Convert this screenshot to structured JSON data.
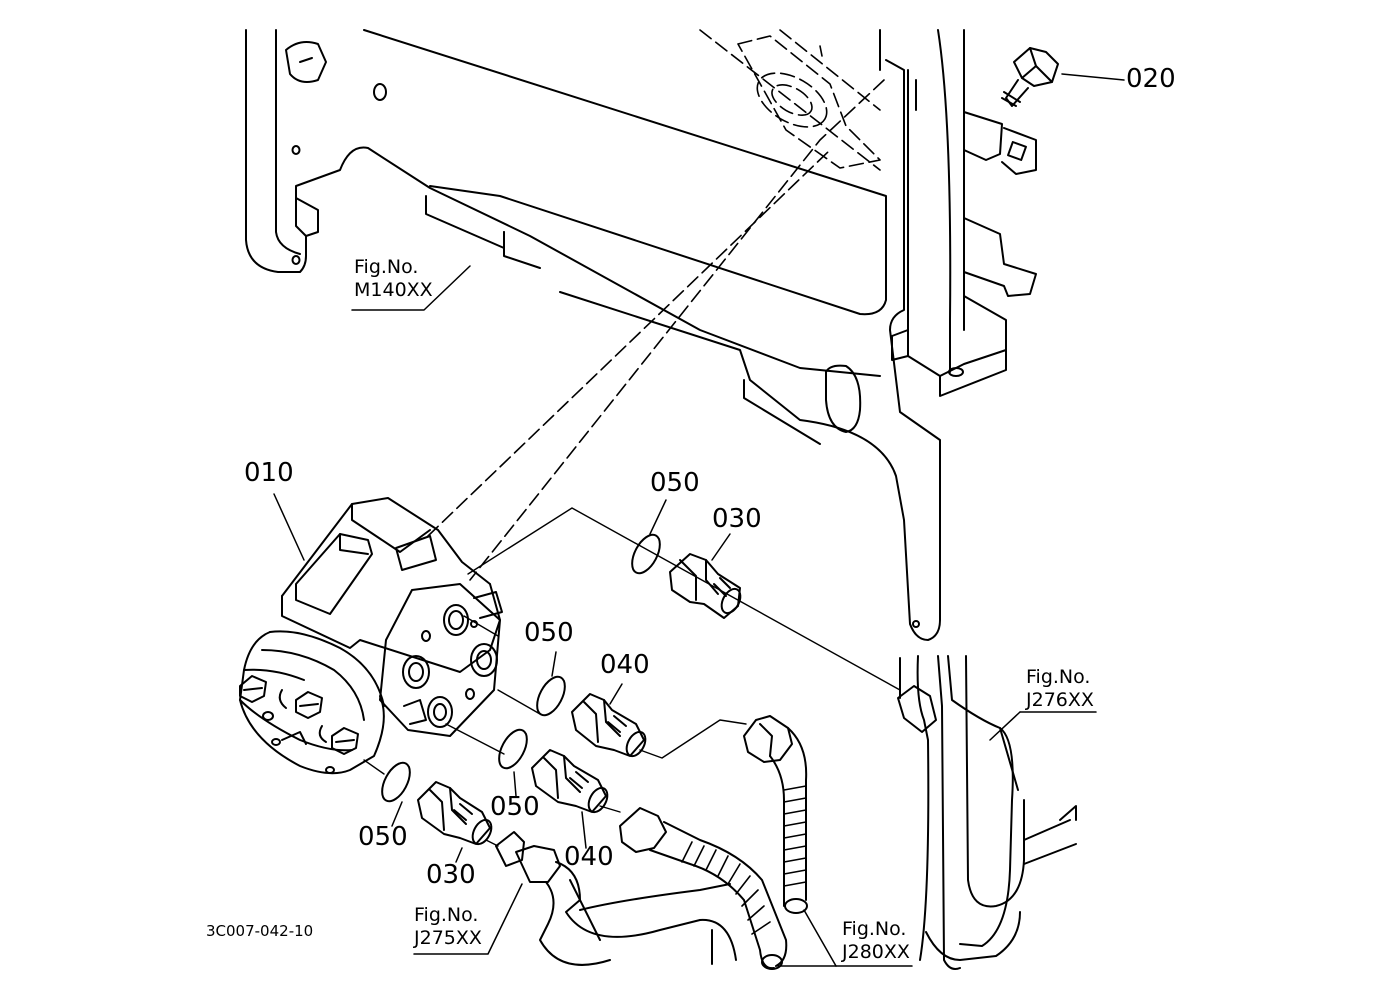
{
  "diagram": {
    "drawing_code": "3C007-042-10",
    "part_labels": {
      "p010": "010",
      "p020": "020",
      "p030_upper": "030",
      "p030_lower": "030",
      "p040_upper": "040",
      "p040_lower": "040",
      "p050_a": "050",
      "p050_b": "050",
      "p050_c": "050",
      "p050_d": "050"
    },
    "figure_refs": [
      {
        "id": "m140",
        "label": "Fig.No.",
        "number": "M140XX"
      },
      {
        "id": "j276",
        "label": "Fig.No.",
        "number": "J276XX"
      },
      {
        "id": "j275",
        "label": "Fig.No.",
        "number": "J275XX"
      },
      {
        "id": "j280",
        "label": "Fig.No.",
        "number": "J280XX"
      }
    ]
  }
}
